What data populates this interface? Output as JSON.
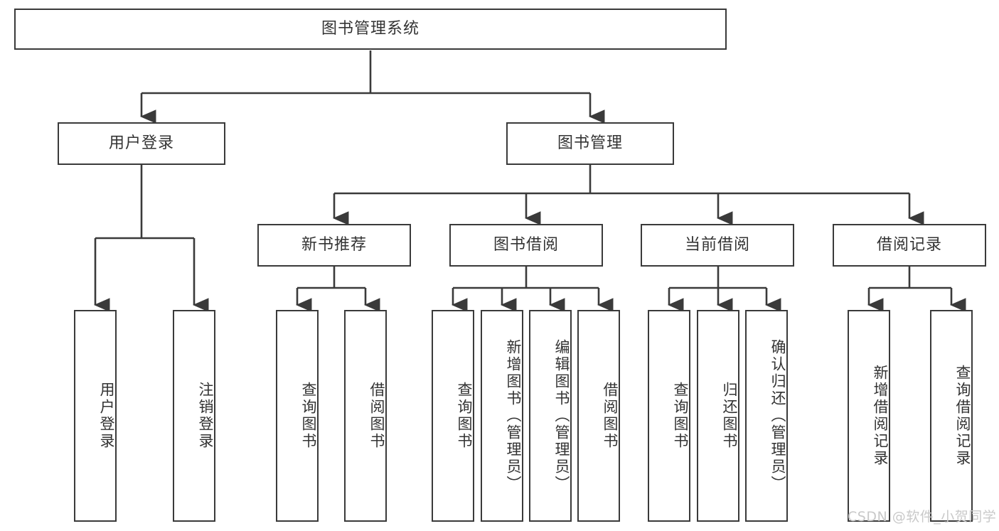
{
  "diagram": {
    "title": "图书管理系统",
    "type": "hierarchy-tree",
    "colors": {
      "stroke": "#3a3a3a",
      "text": "#333333",
      "background": "#ffffff",
      "watermark": "#c9c9c9"
    },
    "root": {
      "label": "图书管理系统"
    },
    "level2": [
      {
        "label": "用户登录"
      },
      {
        "label": "图书管理"
      }
    ],
    "level3": [
      {
        "label": "新书推荐"
      },
      {
        "label": "图书借阅"
      },
      {
        "label": "当前借阅"
      },
      {
        "label": "借阅记录"
      }
    ],
    "leaves_user_login": [
      {
        "label": "用户登录"
      },
      {
        "label": "注销登录"
      }
    ],
    "leaves_new_book": [
      {
        "label": "查询图书"
      },
      {
        "label": "借阅图书"
      }
    ],
    "leaves_borrow": [
      {
        "label": "查询图书"
      },
      {
        "label": "新增图书（管理员）"
      },
      {
        "label": "编辑图书（管理员）"
      },
      {
        "label": "借阅图书"
      }
    ],
    "leaves_current": [
      {
        "label": "查询图书"
      },
      {
        "label": "归还图书"
      },
      {
        "label": "确认归还（管理员）"
      }
    ],
    "leaves_records": [
      {
        "label": "新增借阅记录"
      },
      {
        "label": "查询借阅记录"
      }
    ]
  },
  "watermark": {
    "text": "CSDN @软件_小贺同学"
  }
}
